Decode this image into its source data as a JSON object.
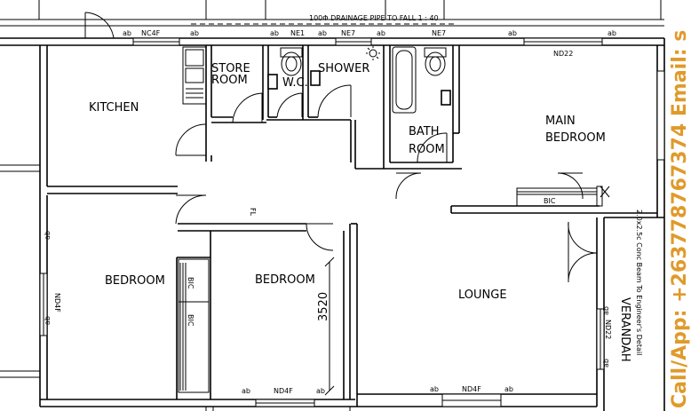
{
  "plan": {
    "header_note": "100Φ DRAINAGE PIPE TO FALL 1 : 40",
    "rooms": {
      "kitchen": "KITCHEN",
      "store_line1": "STORE",
      "store_line2": "ROOM",
      "wc": "W.C.",
      "shower": "SHOWER",
      "bath_line1": "BATH",
      "bath_line2": "ROOM",
      "main_bed_line1": "MAIN",
      "main_bed_line2": "BEDROOM",
      "bedroom_left": "BEDROOM",
      "bedroom_mid": "BEDROOM",
      "lounge": "LOUNGE",
      "verandah": "VERANDAH"
    },
    "window_codes": {
      "nc4f": "NC4F",
      "ne1": "NE1",
      "ne7a": "NE7",
      "ne7b": "NE7",
      "nd22_top": "ND22",
      "nd4f_left": "ND4F",
      "nd4f_mid": "ND4F",
      "nd4f_bottom": "ND4F",
      "nd22_right": "ND22"
    },
    "ab": "ab",
    "bic": "BIC",
    "bic_v": "BIC",
    "fl": "FL",
    "dim_3520": "3520",
    "beam_note": "2.0x2.5c Conc Beam To Engineer's Detail"
  },
  "watermark": {
    "text": "Call/App: +263778767374 Email: s",
    "color": "#e09a2a"
  }
}
